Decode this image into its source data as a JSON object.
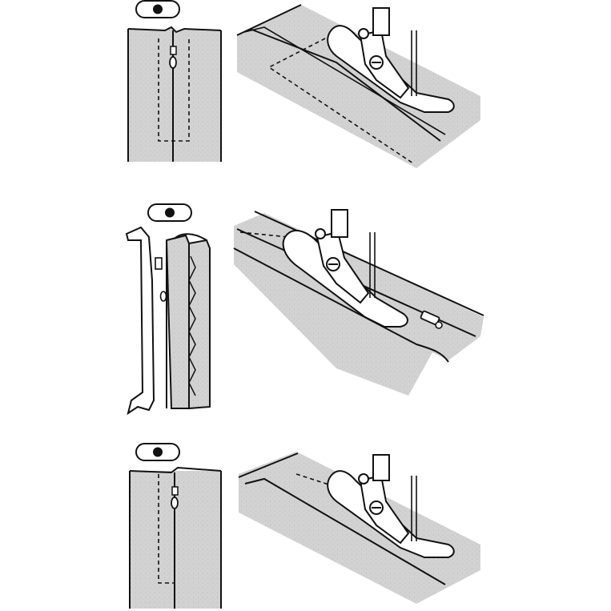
{
  "document": {
    "kind": "instruction-illustration",
    "colors": {
      "fabric_fill": "#d2d2d2",
      "ink": "#111111",
      "paper": "#ffffff",
      "shadow": "#aaaaaa"
    },
    "steps": [
      {
        "id": "step-1",
        "needle_position_indicator": "center",
        "left_view": "zipper-centered-basted-closed",
        "right_view": "zipper-foot-stitching-along-folded-edge"
      },
      {
        "id": "step-2",
        "needle_position_indicator": "center",
        "left_view": "zipper-tape-with-seam-allowance-folded",
        "right_view": "zipper-foot-stitching-close-to-zipper-teeth"
      },
      {
        "id": "step-3",
        "needle_position_indicator": "center",
        "left_view": "lapped-zipper-finished",
        "right_view": "zipper-foot-topstitching"
      }
    ]
  }
}
